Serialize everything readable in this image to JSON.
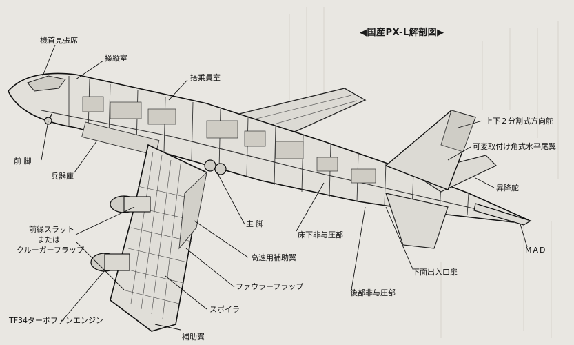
{
  "title": "◀国産PX-L解剖図▶",
  "labels": {
    "nose_radar": "機首見張席",
    "cockpit": "操縦室",
    "crew_cabin": "搭乗員室",
    "nose_gear": "前 脚",
    "weapons_bay": "兵器庫",
    "main_gear": "主 脚",
    "slat_line1": "前縁スラット",
    "slat_line2": "または",
    "slat_line3": "クルーガーフラップ",
    "engine": "TF34ターボファンエンジン",
    "high_speed_aileron": "高速用補助翼",
    "fowler_flap": "ファウラーフラップ",
    "spoiler": "スポイラ",
    "aileron": "補助翼",
    "underfloor_unpressurized": "床下非与圧部",
    "aft_unpressurized": "後部非与圧部",
    "lower_entry_door": "下面出入口扉",
    "split_rudder": "上下２分割式方向舵",
    "variable_stabilizer": "可変取付け角式水平尾翼",
    "elevator": "昇降舵",
    "mad": "MAD"
  },
  "colors": {
    "paper": "#e9e7e2",
    "ink": "#1a1a1a"
  }
}
